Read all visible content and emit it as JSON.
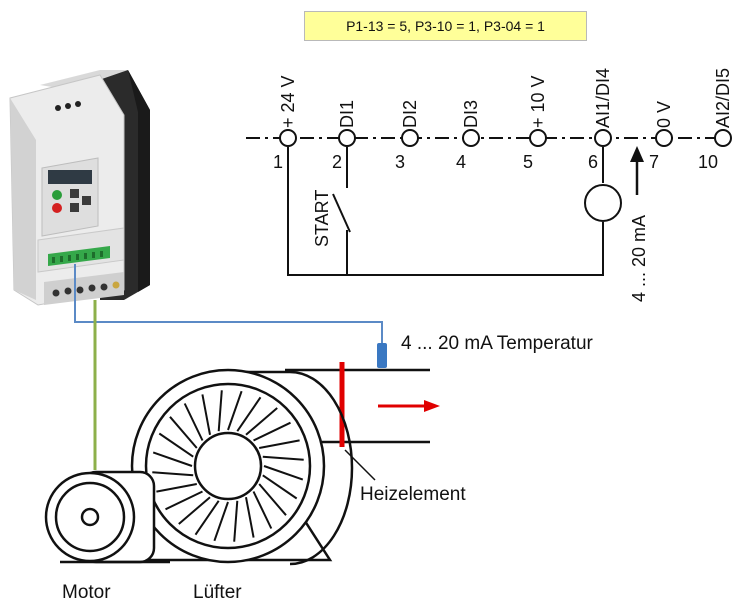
{
  "params": "P1-13 = 5, P3-10 = 1, P3-04 = 1",
  "terminals": [
    {
      "number": "1",
      "name": "+ 24 V"
    },
    {
      "number": "2",
      "name": "DI1"
    },
    {
      "number": "3",
      "name": "DI2"
    },
    {
      "number": "4",
      "name": "DI3"
    },
    {
      "number": "5",
      "name": "+ 10 V"
    },
    {
      "number": "6",
      "name": "AI1/DI4"
    },
    {
      "number": "7",
      "name": "0 V"
    },
    {
      "number": "10",
      "name": "AI2/DI5"
    }
  ],
  "start_label": "START",
  "current_label": "4 ... 20 mA",
  "sensor_label": "4 ... 20 mA Temperatur",
  "heater_label": "Heizelement",
  "motor_label": "Motor",
  "fan_label": "Lüfter",
  "colors": {
    "params_bg": "#ffff99",
    "heater": "#e00000",
    "airflow_arrow": "#e00000",
    "sensor_cable": "#5b8ac6",
    "motor_cable": "#8db04a",
    "sensor": "#3a78c2"
  },
  "icons": {
    "drive": "frequency-inverter-icon",
    "motor": "electric-motor-icon",
    "fan": "centrifugal-fan-icon"
  }
}
